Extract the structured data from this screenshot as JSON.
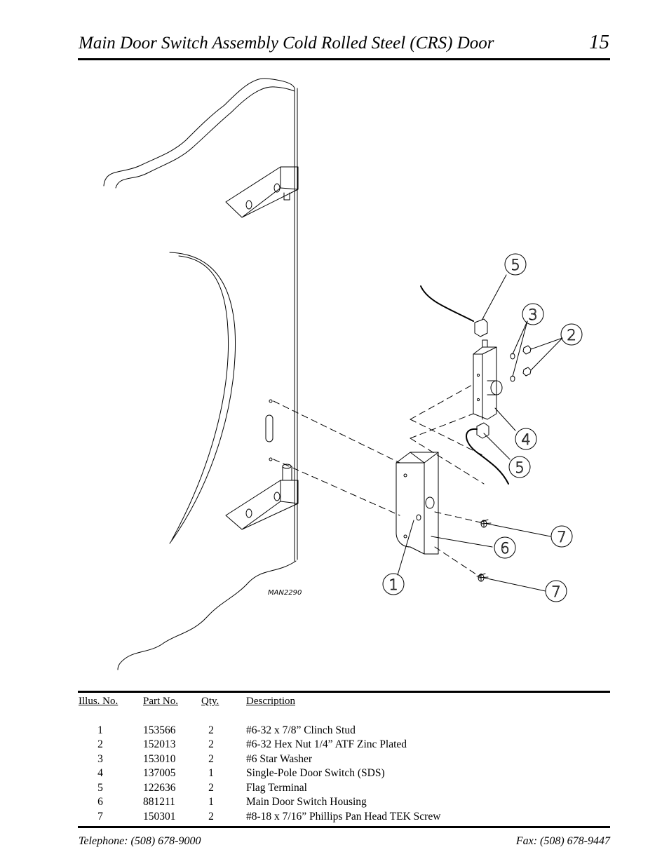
{
  "header": {
    "title": "Main Door Switch Assembly Cold Rolled Steel (CRS) Door",
    "page_number": "15"
  },
  "diagram": {
    "drawing_code": "MAN2290",
    "callouts": [
      "5",
      "3",
      "2",
      "4",
      "5",
      "7",
      "6",
      "1",
      "7"
    ]
  },
  "parts_table": {
    "headers": {
      "illus_no": "Illus. No.",
      "part_no": "Part  No.",
      "qty": "Qty.",
      "description": "Description"
    },
    "rows": [
      {
        "illus_no": "1",
        "part_no": "153566",
        "qty": "2",
        "description": "#6-32 x 7/8” Clinch Stud"
      },
      {
        "illus_no": "2",
        "part_no": "152013",
        "qty": "2",
        "description": "#6-32 Hex Nut 1/4” ATF Zinc Plated"
      },
      {
        "illus_no": "3",
        "part_no": "153010",
        "qty": "2",
        "description": "#6  Star  Washer"
      },
      {
        "illus_no": "4",
        "part_no": "137005",
        "qty": "1",
        "description": "Single-Pole Door Switch (SDS)"
      },
      {
        "illus_no": "5",
        "part_no": "122636",
        "qty": "2",
        "description": "Flag Terminal"
      },
      {
        "illus_no": "6",
        "part_no": "881211",
        "qty": "1",
        "description": "Main Door Switch Housing"
      },
      {
        "illus_no": "7",
        "part_no": "150301",
        "qty": "2",
        "description": "#8-18 x 7/16” Phillips Pan Head TEK Screw"
      }
    ]
  },
  "footer": {
    "telephone": "Telephone: (508) 678-9000",
    "fax": "Fax: (508) 678-9447"
  }
}
